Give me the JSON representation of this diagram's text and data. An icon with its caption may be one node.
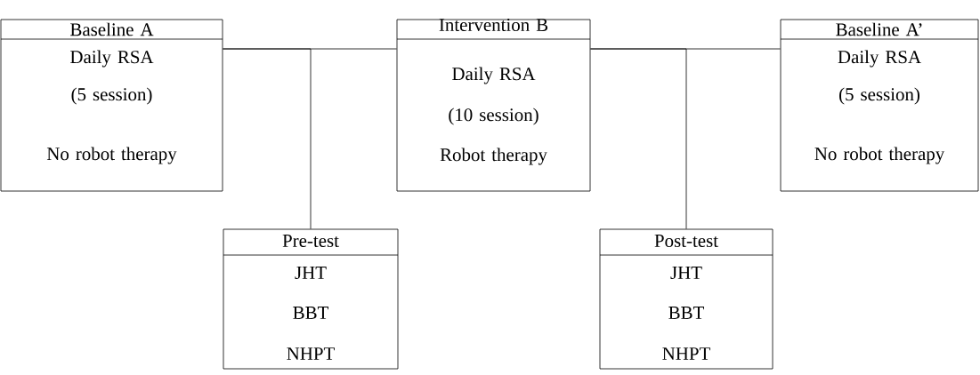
{
  "diagram": {
    "nodes": [
      {
        "text": [
          "Baseline A",
          "Daily RSA",
          "(5 session)",
          "No robot therapy"
        ]
      },
      {
        "text": [
          "Intervention B",
          "Daily RSA",
          "(10 session)",
          "Robot therapy"
        ]
      },
      {
        "text": [
          "Baseline A’",
          "Daily RSA",
          "(5 session)",
          "No robot therapy"
        ]
      },
      {
        "text": [
          "Pre-test",
          "JHT",
          "BBT",
          "NHPT"
        ]
      },
      {
        "text": [
          "Post-test",
          "JHT",
          "BBT",
          "NHPT"
        ]
      }
    ],
    "edges": [
      {
        "from": 0,
        "to": 1,
        "arrow": "none"
      },
      {
        "from": 0,
        "to": 3,
        "arrow": "none"
      },
      {
        "from": 1,
        "to": 2,
        "arrow": "none"
      },
      {
        "from": 1,
        "to": 4,
        "arrow": "none"
      }
    ]
  }
}
